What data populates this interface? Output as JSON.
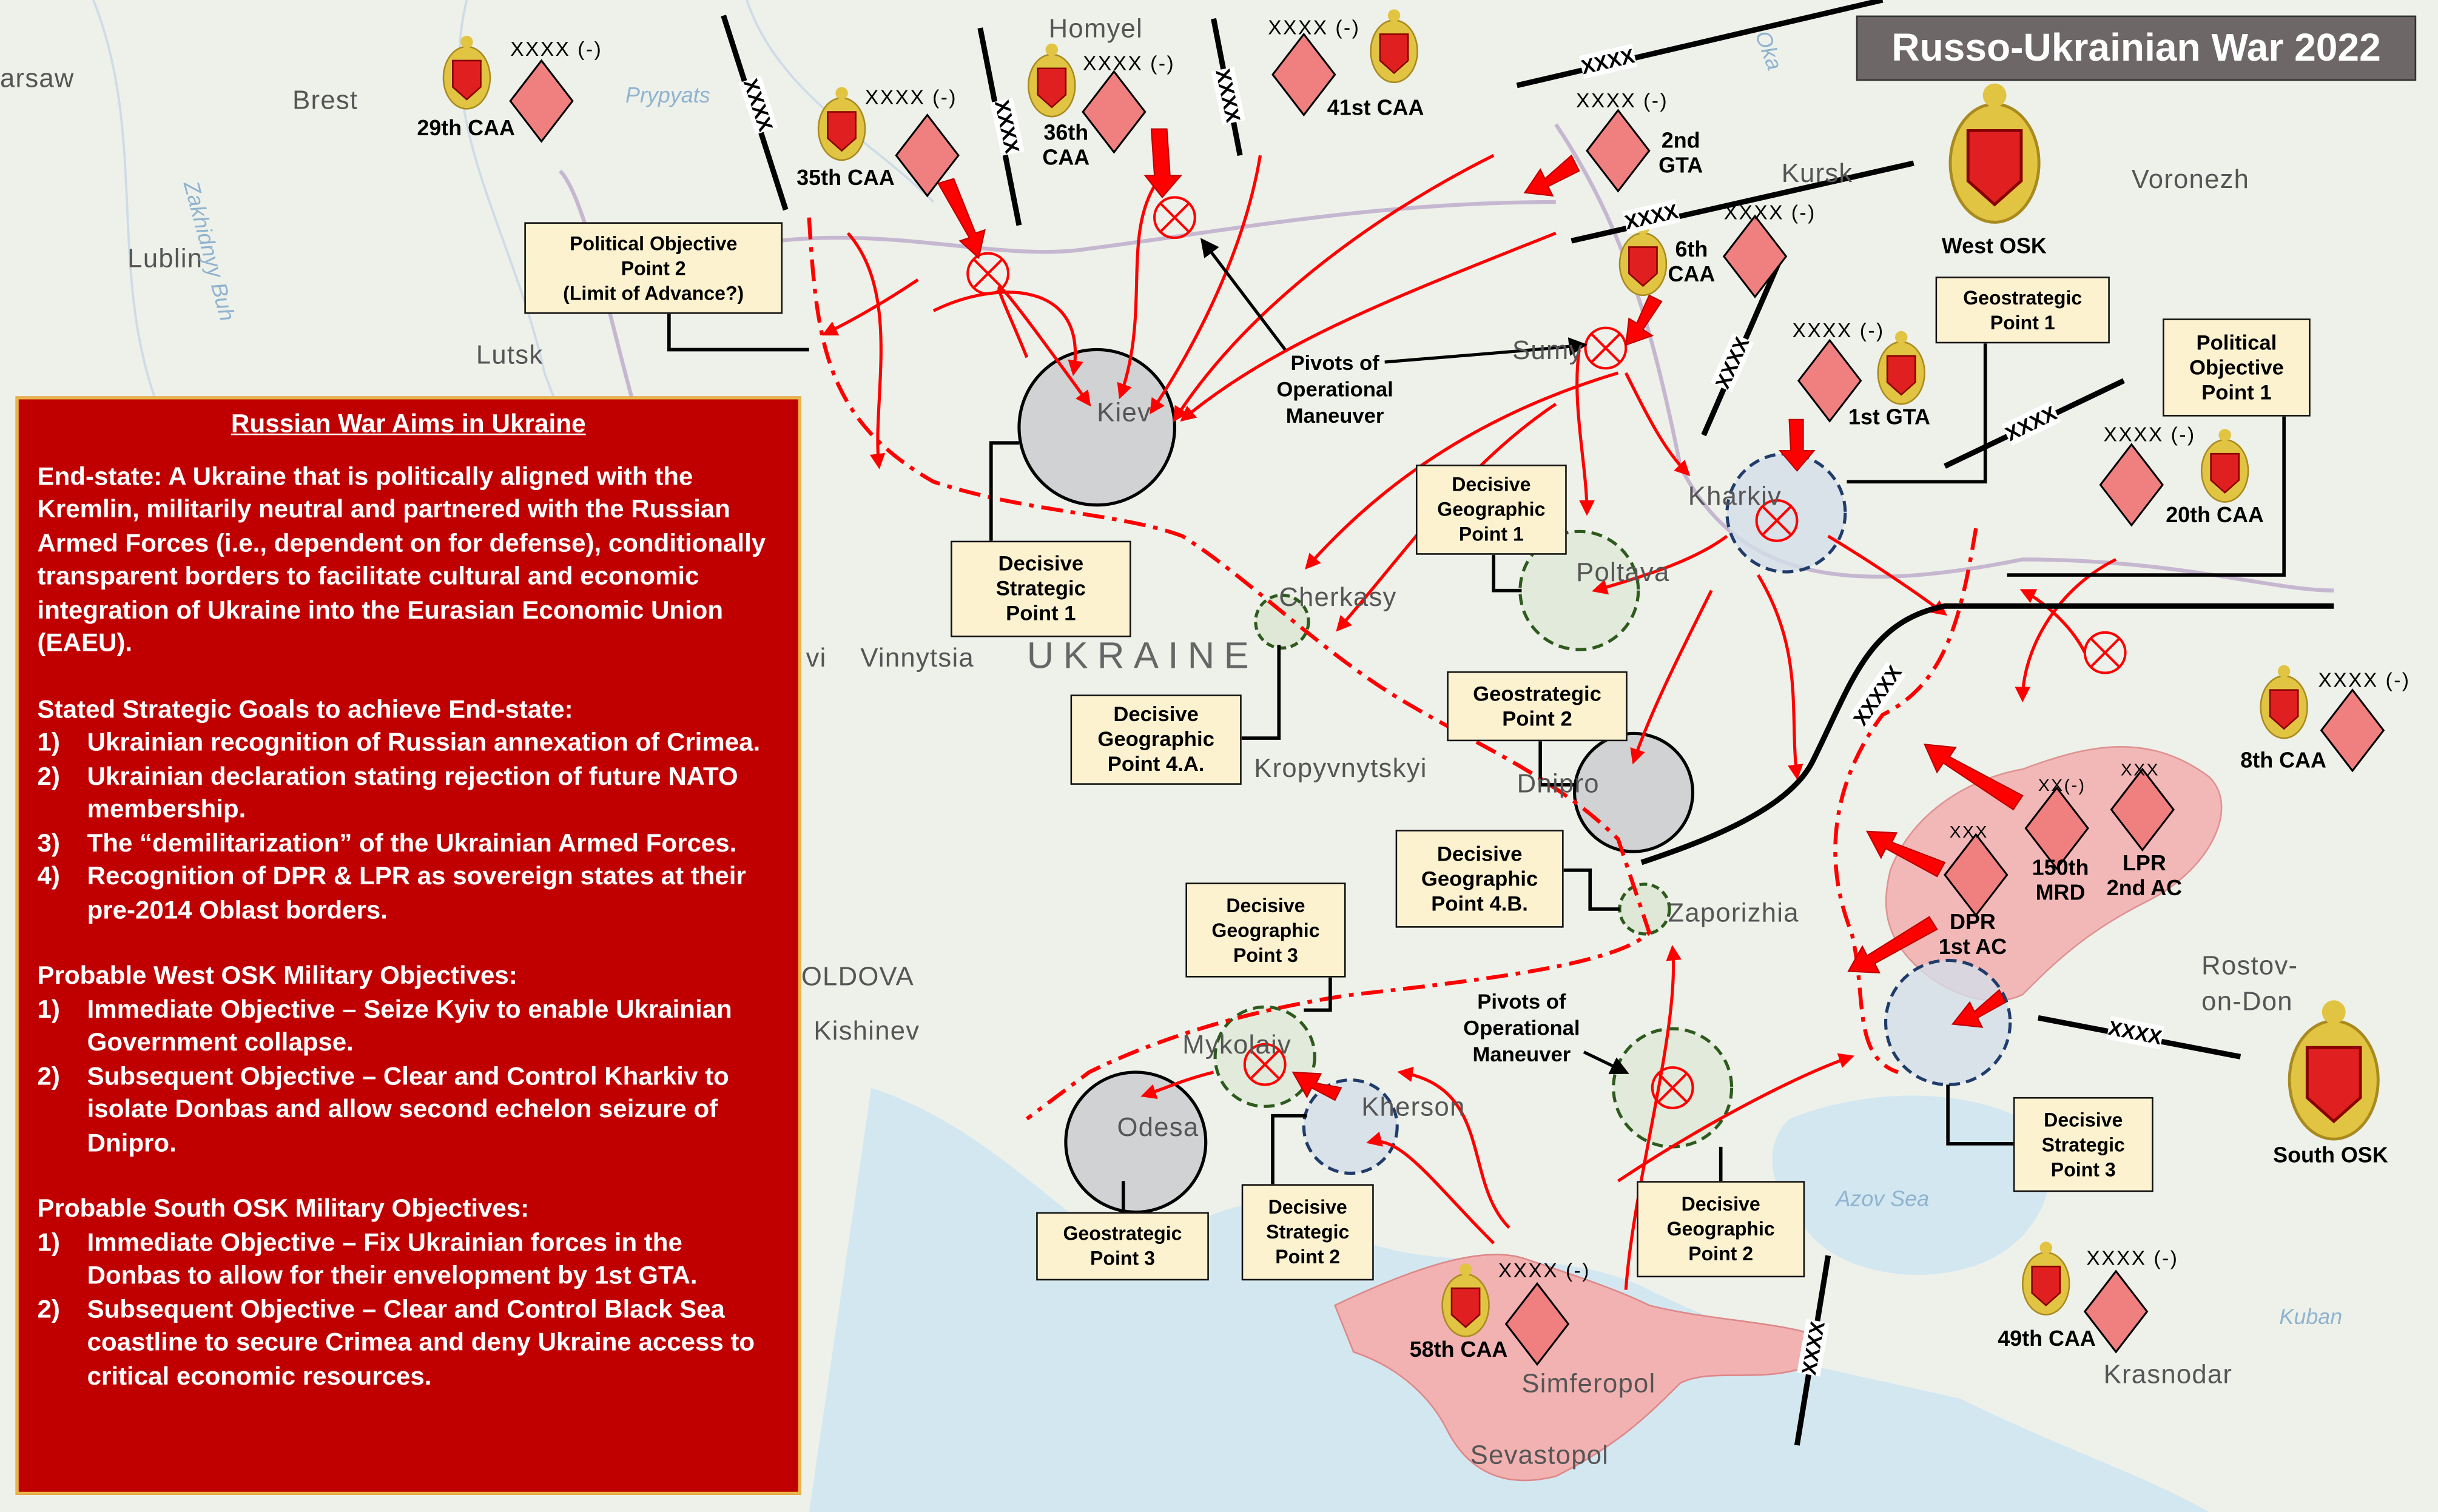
{
  "title": "Russo-Ukrainian War 2022",
  "colors": {
    "aims_panel": "#c00000",
    "callout": "#fdf2d0",
    "title_box": "#6d6767",
    "unit_fill": "#f08080",
    "advance_arrow": "#ff0000",
    "occupied_area": "#f2b2b2"
  },
  "aims": {
    "heading": "Russian War Aims in Ukraine",
    "end_state": "End-state: A Ukraine that is politically aligned with the Kremlin, militarily neutral and partnered with the Russian Armed Forces (i.e., dependent on for defense), conditionally transparent borders to facilitate cultural and economic integration of Ukraine into the Eurasian Economic Union (EAEU).",
    "sections": [
      {
        "title": "Stated Strategic Goals to achieve End-state:",
        "items": [
          {
            "num": "1)",
            "text": "Ukrainian recognition of Russian annexation of Crimea."
          },
          {
            "num": "2)",
            "text": "Ukrainian declaration stating rejection of future NATO membership."
          },
          {
            "num": "3)",
            "text": "The “demilitarization” of the Ukrainian Armed Forces."
          },
          {
            "num": "4)",
            "text": "Recognition of DPR & LPR as sovereign states at their pre-2014 Oblast borders."
          }
        ]
      },
      {
        "title": "Probable West OSK Military Objectives:",
        "items": [
          {
            "num": "1)",
            "text": "Immediate Objective – Seize Kyiv to enable Ukrainian Government collapse."
          },
          {
            "num": "2)",
            "text": "Subsequent Objective – Clear and Control Kharkiv to isolate Donbas and allow second echelon seizure of Dnipro."
          }
        ]
      },
      {
        "title": "Probable South OSK Military Objectives:",
        "items": [
          {
            "num": "1)",
            "text": "Immediate Objective – Fix Ukrainian forces in the Donbas to allow for their envelopment by 1st GTA."
          },
          {
            "num": "2)",
            "text": "Subsequent Objective – Clear and Control Black Sea coastline to secure Crimea and deny Ukraine access to critical economic resources."
          }
        ]
      }
    ]
  },
  "callouts": [
    "Political Objective\nPoint 2\n(Limit of Advance?)",
    "Decisive\nStrategic\nPoint 1",
    "Decisive\nGeographic\nPoint 4.A.",
    "Decisive\nGeographic\nPoint 1",
    "Geostrategic\nPoint 2",
    "Decisive\nGeographic\nPoint 4.B.",
    "Decisive\nGeographic\nPoint 3",
    "Geostrategic\nPoint 3",
    "Decisive\nStrategic\nPoint 2",
    "Decisive\nGeographic\nPoint 2",
    "Decisive\nStrategic\nPoint 3",
    "Geostrategic\nPoint 1",
    "Political\nObjective\nPoint 1"
  ],
  "pivots": [
    "Pivots of\nOperational\nManeuver",
    "Pivots of\nOperational\nManeuver"
  ],
  "units": [
    {
      "name": "29th CAA",
      "echelon": "XXXX (-)"
    },
    {
      "name": "35th CAA",
      "echelon": "XXXX (-)"
    },
    {
      "name": "36th\nCAA",
      "echelon": "XXXX (-)"
    },
    {
      "name": "41st CAA",
      "echelon": "XXXX (-)"
    },
    {
      "name": "2nd\nGTA",
      "echelon": "XXXX (-)"
    },
    {
      "name": "6th\nCAA",
      "echelon": "XXXX (-)"
    },
    {
      "name": "1st GTA",
      "echelon": "XXXX (-)"
    },
    {
      "name": "20th CAA",
      "echelon": "XXXX (-)"
    },
    {
      "name": "8th CAA",
      "echelon": "XXXX (-)"
    },
    {
      "name": "150th\nMRD",
      "echelon": "XX(-)"
    },
    {
      "name": "LPR\n2nd AC",
      "echelon": "XXX"
    },
    {
      "name": "DPR\n1st AC",
      "echelon": "XXX"
    },
    {
      "name": "58th CAA",
      "echelon": "XXXX (-)"
    },
    {
      "name": "49th CAA",
      "echelon": "XXXX (-)"
    }
  ],
  "commands": [
    "West OSK",
    "South OSK"
  ],
  "boundaries": {
    "army": "XXXX",
    "front": "XXXXX"
  },
  "places": {
    "warsaw": "arsaw",
    "brest": "Brest",
    "lublin": "Lublin",
    "lutsk": "Lutsk",
    "homyel": "Homyel",
    "kursk": "Kursk",
    "voronezh": "Voronezh",
    "sumy": "Sumy",
    "kiev": "Kiev",
    "kharkiv": "Kharkiv",
    "poltava": "Poltava",
    "cherkasy": "Cherkasy",
    "vinnytsia": "Vinnytsia",
    "vi": "vi",
    "ukraine": "UKRAINE",
    "kropyvnytskyi": "Kropyvnytskyi",
    "dnipro": "Dnipro",
    "zaporizhia": "Zaporizhia",
    "kishinev": "Kishinev",
    "moldova": "OLDOVA",
    "mykolaiv": "Mykolaiv",
    "kherson": "Kherson",
    "odesa": "Odesa",
    "rostov1": "Rostov-",
    "rostov2": "on-Don",
    "simferopol": "Simferopol",
    "sevastopol": "Sevastopol",
    "krasnodar": "Krasnodar"
  },
  "water": {
    "prypyats": "Prypyats",
    "azov": "Azov Sea",
    "kuban": "Kuban",
    "oka": "Oka",
    "buh": "Zakhidnyy Buh"
  }
}
